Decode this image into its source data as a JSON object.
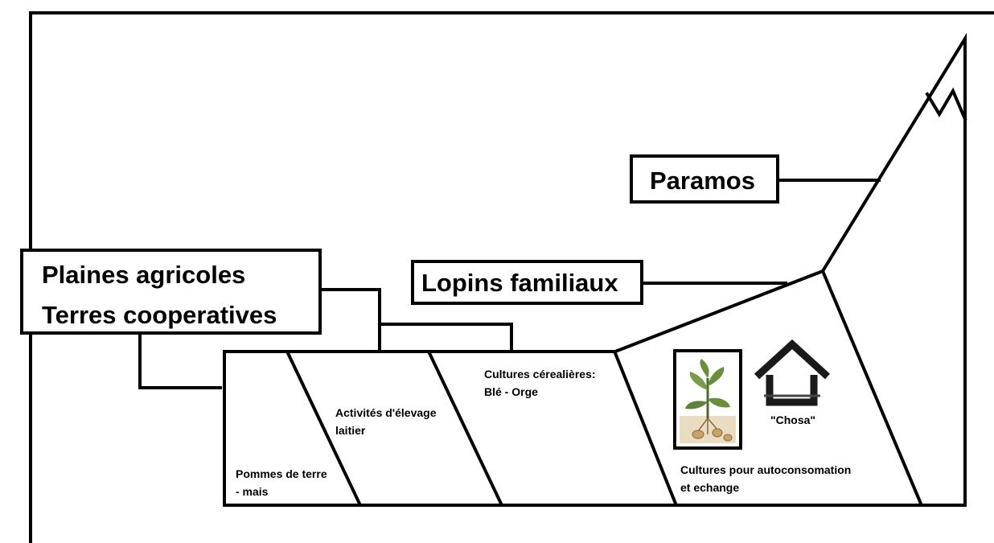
{
  "labels": {
    "plaines_line1": "Plaines agricoles",
    "plaines_line2": "Terres cooperatives",
    "lopins": "Lopins familiaux",
    "paramos": "Paramos"
  },
  "zones": {
    "pommes_line1": "Pommes de terre",
    "pommes_line2": "- mais",
    "elevage_line1": "Activités d'élevage",
    "elevage_line2": "laitier",
    "cereales_line1": "Cultures cérealières:",
    "cereales_line2": "Blé - Orge",
    "auto_line1": "Cultures pour autoconsomation",
    "auto_line2": "et echange",
    "chosa": "\"Chosa\""
  },
  "icons": [
    "potato-plant-icon",
    "house-icon"
  ]
}
